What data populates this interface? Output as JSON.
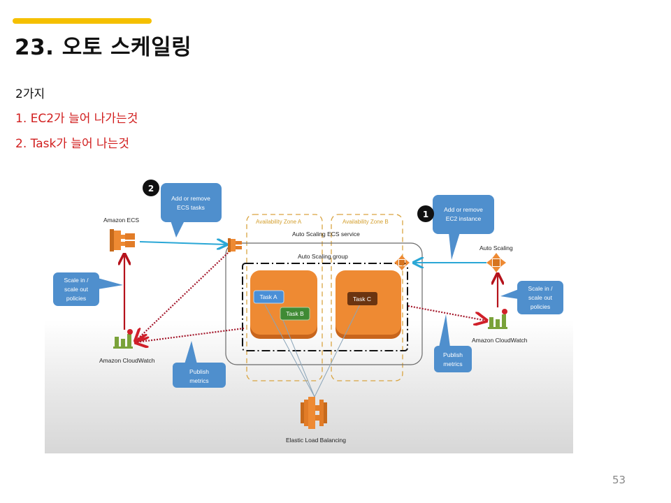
{
  "slide": {
    "title": "23. 오토 스케일링",
    "intro": "2가지",
    "items": [
      "1. EC2가 늘어 나가는것",
      "2. Task가 늘어 나는것"
    ],
    "page_number": "53",
    "colors": {
      "accent_bar": "#f5c000",
      "item_text": "#d11e1e",
      "aws_orange": "#e8872c",
      "bubble_blue": "#4f8fcd",
      "arrow_cyan": "#2aa7d6",
      "arrow_red": "#b5121b"
    }
  },
  "diagram": {
    "ecs_label": "Amazon ECS",
    "autoscaling_label": "Auto Scaling",
    "cloudwatch_left_label": "Amazon CloudWatch",
    "cloudwatch_right_label": "Amazon CloudWatch",
    "elb_label": "Elastic Load Balancing",
    "zone_a_label": "Availability Zone A",
    "zone_b_label": "Availability Zone B",
    "ecs_service_label": "Auto Scaling ECS service",
    "asg_label": "Auto Scaling group",
    "badge_2": "2",
    "badge_1": "1",
    "bubble_ecs_tasks": [
      "Add or remove",
      "ECS tasks"
    ],
    "bubble_ec2": [
      "Add or remove",
      "EC2 instance"
    ],
    "bubble_policies_left": [
      "Scale in /",
      "scale out",
      "policies"
    ],
    "bubble_policies_right": [
      "Scale in /",
      "scale out",
      "policies"
    ],
    "bubble_publish_left": [
      "Publish",
      "metrics"
    ],
    "bubble_publish_right": [
      "Publish",
      "metrics"
    ],
    "tasks": [
      {
        "label": "Task A",
        "color": "#4a8fd6"
      },
      {
        "label": "Task B",
        "color": "#3f8a34"
      },
      {
        "label": "Task C",
        "color": "#6b3410"
      }
    ]
  }
}
